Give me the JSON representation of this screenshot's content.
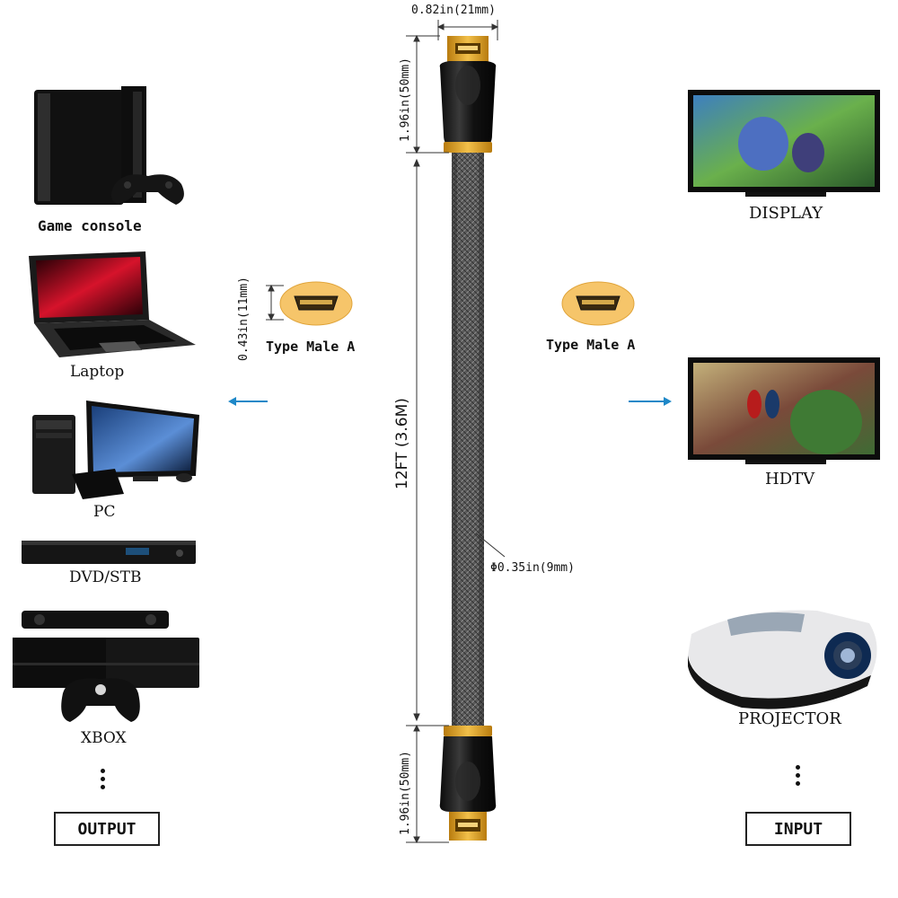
{
  "cable": {
    "width_label": "0.82in(21mm)",
    "top_plug_length": "1.96in(50mm)",
    "bottom_plug_length": "1.96in(50mm)",
    "total_length": "12FT (3.6M)",
    "diameter": "Φ0.35in(9mm)",
    "connector_height": "0.43in(11mm)"
  },
  "connectors": {
    "left_label": "Type Male A",
    "right_label": "Type Male A"
  },
  "output_devices": [
    "Game console",
    "Laptop",
    "PC",
    "DVD/STB",
    "XBOX"
  ],
  "input_devices": [
    "DISPLAY",
    "HDTV",
    "PROJECTOR"
  ],
  "sections": {
    "output": "OUTPUT",
    "input": "INPUT"
  },
  "colors": {
    "gold": "#e7a21c",
    "cable": "#4a4a4a",
    "arrow": "#1e88c8",
    "connector_bg": "#f6c56a"
  }
}
